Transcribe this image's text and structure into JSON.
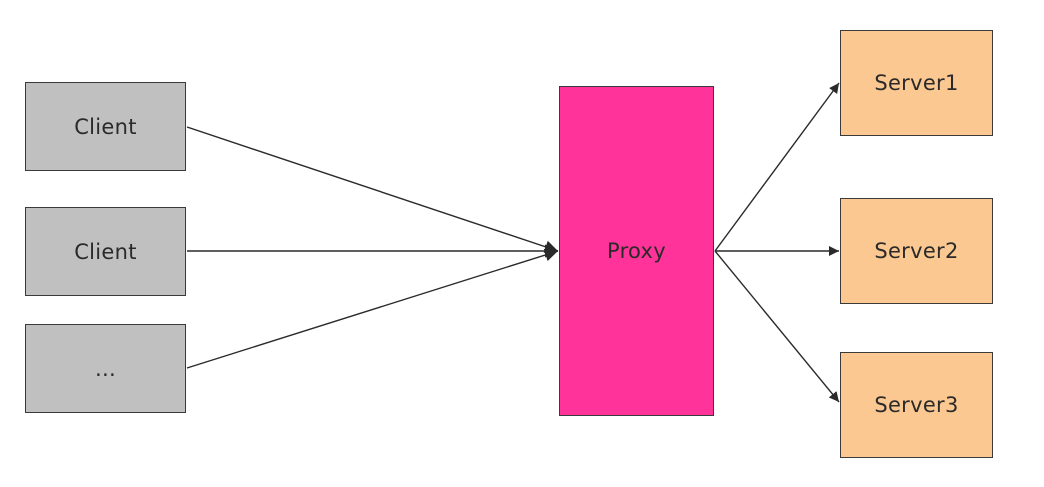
{
  "colors": {
    "client_fill": "#c0c0c0",
    "proxy_fill": "#ff3399",
    "server_fill": "#fcc891",
    "edge": "#2a2a2a"
  },
  "clients": [
    {
      "label": "Client"
    },
    {
      "label": "Client"
    },
    {
      "label": "…"
    }
  ],
  "proxy": {
    "label": "Proxy"
  },
  "servers": [
    {
      "label": "Server1"
    },
    {
      "label": "Server2"
    },
    {
      "label": "Server3"
    }
  ],
  "connections": [
    {
      "from": "clients.0",
      "to": "proxy"
    },
    {
      "from": "clients.1",
      "to": "proxy"
    },
    {
      "from": "clients.2",
      "to": "proxy"
    },
    {
      "from": "proxy",
      "to": "servers.0"
    },
    {
      "from": "proxy",
      "to": "servers.1"
    },
    {
      "from": "proxy",
      "to": "servers.2"
    }
  ]
}
